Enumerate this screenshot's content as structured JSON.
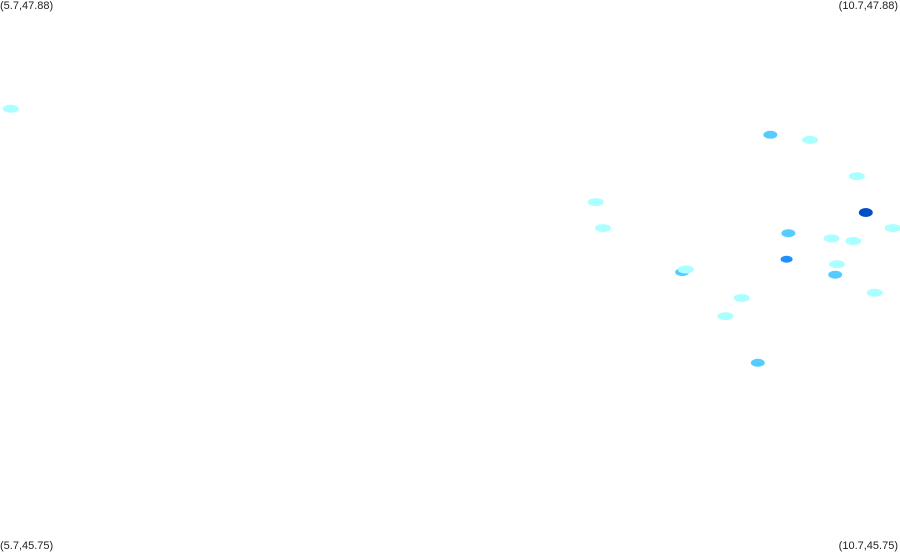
{
  "corners": {
    "top_left": "(5.7,47.88)",
    "top_right": "(10.7,47.88)",
    "bottom_left": "(5.7,45.75)",
    "bottom_right": "(10.7,45.75)"
  },
  "bounds": {
    "lon_min": 5.7,
    "lon_max": 10.7,
    "lat_min": 45.75,
    "lat_max": 47.88
  },
  "intensity_colors": {
    "light": "#aaffff",
    "medium": "#55ccff",
    "strong": "#1e90ff",
    "heavy": "#0050c8"
  },
  "cells": [
    {
      "lon": 5.76,
      "lat": 47.46,
      "level": "light"
    },
    {
      "lon": 9.01,
      "lat": 47.1,
      "level": "light"
    },
    {
      "lon": 9.05,
      "lat": 47.0,
      "level": "light"
    },
    {
      "lon": 9.49,
      "lat": 46.83,
      "level": "medium"
    },
    {
      "lon": 9.51,
      "lat": 46.84,
      "level": "light"
    },
    {
      "lon": 9.98,
      "lat": 47.36,
      "level": "medium"
    },
    {
      "lon": 10.2,
      "lat": 47.34,
      "level": "light"
    },
    {
      "lon": 10.08,
      "lat": 46.98,
      "level": "medium"
    },
    {
      "lon": 10.07,
      "lat": 46.88,
      "level": "strong"
    },
    {
      "lon": 9.82,
      "lat": 46.73,
      "level": "light"
    },
    {
      "lon": 9.73,
      "lat": 46.66,
      "level": "light"
    },
    {
      "lon": 9.91,
      "lat": 46.48,
      "level": "medium"
    },
    {
      "lon": 10.44,
      "lat": 46.95,
      "level": "light"
    },
    {
      "lon": 10.35,
      "lat": 46.86,
      "level": "light"
    },
    {
      "lon": 10.32,
      "lat": 46.96,
      "level": "light"
    },
    {
      "lon": 10.51,
      "lat": 47.06,
      "level": "heavy"
    },
    {
      "lon": 10.46,
      "lat": 47.2,
      "level": "light"
    },
    {
      "lon": 10.66,
      "lat": 47.0,
      "level": "light"
    },
    {
      "lon": 10.34,
      "lat": 46.82,
      "level": "medium"
    },
    {
      "lon": 10.56,
      "lat": 46.75,
      "level": "light"
    }
  ]
}
